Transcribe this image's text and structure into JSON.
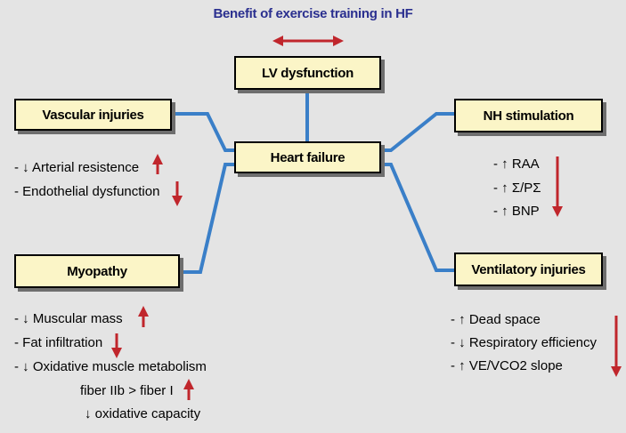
{
  "title": "Benefit of exercise training in HF",
  "colors": {
    "background": "#e4e4e4",
    "box_fill": "#fbf5c7",
    "connector": "#3a7fc8",
    "arrow": "#c0262c",
    "title": "#2a2f8f"
  },
  "nodes": {
    "lv": "LV dysfunction",
    "hf": "Heart failure",
    "vascular": "Vascular injuries",
    "myopathy": "Myopathy",
    "nh": "NH stimulation",
    "vent": "Ventilatory injuries"
  },
  "vascular_items": [
    "- ↓ Arterial resistence",
    "- Endothelial dysfunction"
  ],
  "myopathy_items": [
    "- ↓ Muscular mass",
    "- Fat infiltration",
    "- ↓ Oxidative muscle metabolism",
    "fiber IIb > fiber I",
    "↓ oxidative capacity"
  ],
  "nh_items": [
    "- ↑ RAA",
    "- ↑ Σ/PΣ",
    "- ↑ BNP"
  ],
  "vent_items": [
    "- ↑ Dead space",
    "- ↓ Respiratory efficiency",
    "- ↑ VE/VCO2 slope"
  ]
}
